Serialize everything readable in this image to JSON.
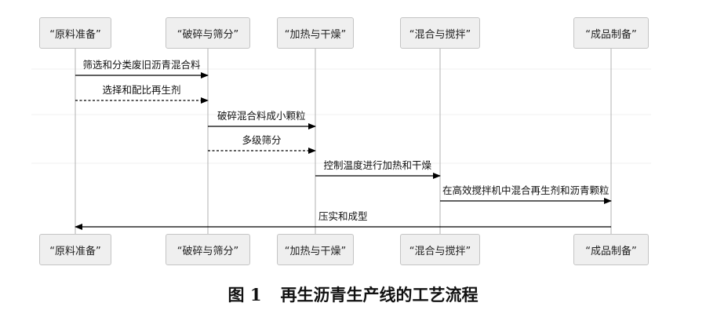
{
  "diagram": {
    "participants": [
      "“原料准备”",
      "“破碎与筛分”",
      "“加热与干燥”",
      "“混合与搅拌”",
      "“成品制备”"
    ],
    "messages": [
      {
        "from": 0,
        "to": 1,
        "label": "筛选和分类废旧沥青混合料",
        "style": "solid"
      },
      {
        "from": 0,
        "to": 1,
        "label": "选择和配比再生剂",
        "style": "dashed"
      },
      {
        "from": 1,
        "to": 2,
        "label": "破碎混合料成小颗粒",
        "style": "solid"
      },
      {
        "from": 1,
        "to": 2,
        "label": "多级筛分",
        "style": "dashed"
      },
      {
        "from": 2,
        "to": 3,
        "label": "控制温度进行加热和干燥",
        "style": "solid"
      },
      {
        "from": 3,
        "to": 4,
        "label": "在高效搅拌机中混合再生剂和沥青颗粒",
        "style": "solid"
      },
      {
        "from": 4,
        "to": 0,
        "label": "压实和成型",
        "style": "solid"
      }
    ]
  },
  "caption": {
    "number": "图 1",
    "title": "再生沥青生产线的工艺流程"
  }
}
